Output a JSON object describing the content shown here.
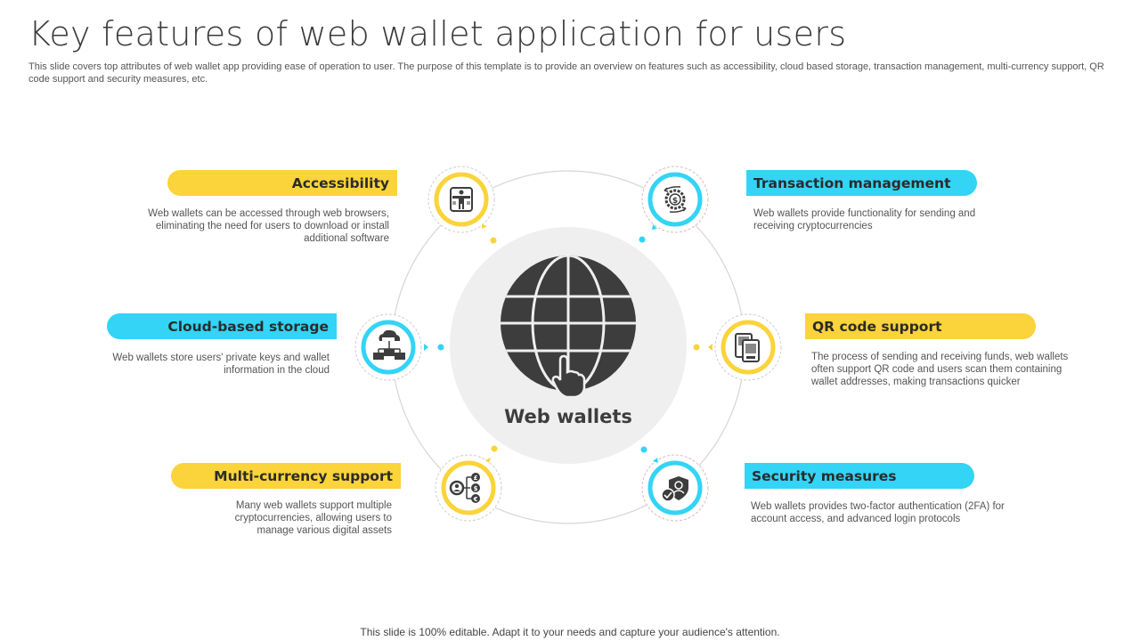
{
  "header": {
    "title": "Key features of web wallet application for users",
    "subtitle": "This slide covers top attributes of web wallet app providing ease of operation to user. The purpose of this template is to provide an overview on features such as accessibility, cloud based storage, transaction management, multi-currency support, QR code support and security measures, etc."
  },
  "center": {
    "label": "Web wallets",
    "icon": "globe-with-pointer-hand-icon"
  },
  "colors": {
    "yellow": "#fbd33a",
    "blue": "#33d4f5",
    "dark": "#3d3d3d",
    "center_disk": "#efefef"
  },
  "features": [
    {
      "title": "Accessibility",
      "description": "Web wallets can be accessed through web browsers, eliminating the need for users to download or install additional software",
      "icon": "accessibility-person-icon",
      "color": "yellow",
      "side": "left"
    },
    {
      "title": "Transaction management",
      "description": "Web wallets provide functionality for  sending and receiving cryptocurrencies",
      "icon": "dollar-gear-exchange-icon",
      "color": "blue",
      "side": "right"
    },
    {
      "title": "Cloud-based storage",
      "description": "Web wallets store users' private keys  and wallet information in the cloud",
      "icon": "cloud-network-icon",
      "color": "blue",
      "side": "left"
    },
    {
      "title": "QR code support",
      "description": "The process of sending and receiving funds, web wallets often support QR code and users scan them containing wallet addresses, making transactions quicker",
      "icon": "qr-code-devices-icon",
      "color": "yellow",
      "side": "right"
    },
    {
      "title": "Multi-currency support",
      "description": "Many  web wallets support multiple cryptocurrencies, allowing users to manage various digital assets",
      "icon": "user-multi-currency-icon",
      "color": "yellow",
      "side": "left"
    },
    {
      "title": "Security  measures",
      "description": "Web wallets provides two-factor authentication (2FA) for account access, and advanced login protocols",
      "icon": "shield-user-check-icon",
      "color": "blue",
      "side": "right"
    }
  ],
  "footer": {
    "text": "This slide is 100% editable. Adapt it to your needs and capture your audience's attention."
  }
}
